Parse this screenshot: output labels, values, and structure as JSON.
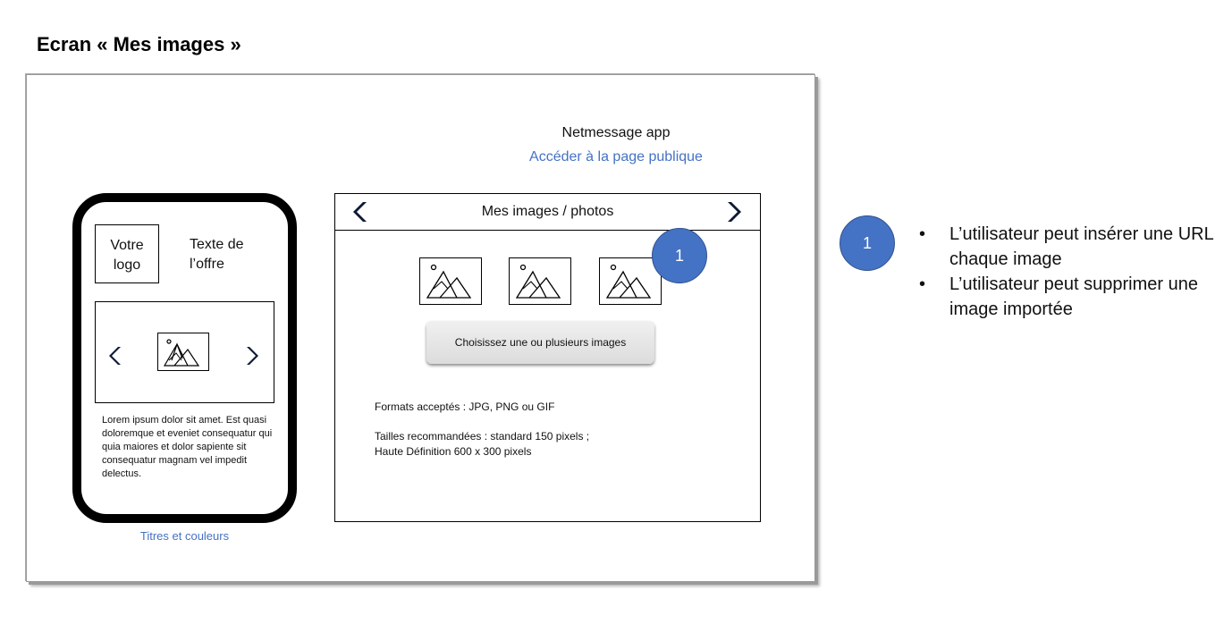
{
  "screen_title": "Ecran « Mes images »",
  "app": {
    "name": "Netmessage app",
    "public_link": "Accéder à la page publique"
  },
  "phone": {
    "logo": [
      "Votre",
      "logo"
    ],
    "offer": [
      "Texte de",
      "l’offre"
    ],
    "lorem": "Lorem ipsum dolor sit amet. Est quasi doloremque et eveniet consequatur qui quia maiores et dolor sapiente sit consequatur magnam vel impedit delectus.",
    "titles_link": "Titres et couleurs"
  },
  "panel": {
    "title": "Mes images / photos",
    "choose_button": "Choisissez une ou plusieurs images",
    "formats": "Formats acceptés : JPG, PNG ou GIF",
    "sizes": "Tailles recommandées : standard 150 pixels ; Haute Définition 600 x 300 pixels"
  },
  "badge_label": "1",
  "notes": [
    "L’utilisateur peut insérer une URL chaque image",
    "L’utilisateur peut supprimer une image importée"
  ],
  "colors": {
    "accent": "#4472c4",
    "chevron": "#0d1a33"
  },
  "icons": {
    "left": "chevron-left-icon",
    "right": "chevron-right-icon",
    "image": "image-placeholder-icon"
  }
}
